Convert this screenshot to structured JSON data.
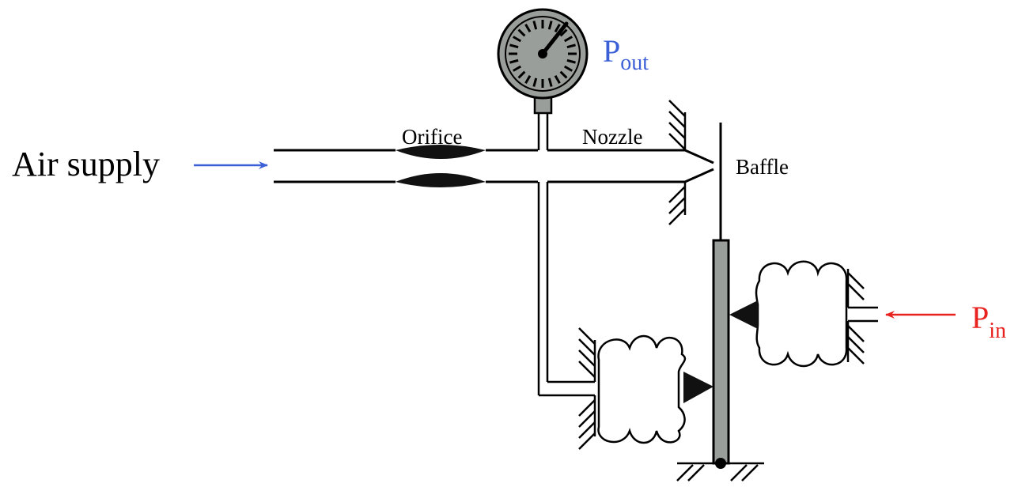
{
  "labels": {
    "air_supply": "Air supply",
    "orifice": "Orifice",
    "nozzle": "Nozzle",
    "baffle": "Baffle",
    "p_out_main": "P",
    "p_out_sub": "out",
    "p_in_main": "P",
    "p_in_sub": "in"
  },
  "colors": {
    "p_out": "#3a5fd6",
    "p_in": "#e8231f",
    "gauge_face": "#9a9e9b",
    "baffle_bar": "#9a9e9b",
    "ink": "#000000"
  },
  "icons": {
    "gauge": "pressure-gauge-icon",
    "orifice": "orifice-restriction-icon",
    "bellows": "bellows-icon",
    "arrow": "arrow-icon"
  }
}
